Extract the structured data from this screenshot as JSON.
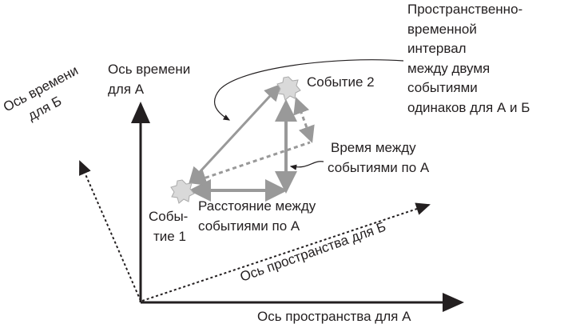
{
  "labels": {
    "interval": [
      "Пространственно-",
      "временной",
      "интервал",
      "между двумя",
      "событиями",
      "одинаков для А и Б"
    ],
    "time_axis_a": [
      "Ось времени",
      "для А"
    ],
    "time_axis_b": [
      "Ось времени",
      "для Б"
    ],
    "event2": "Событие 2",
    "event1": [
      "Собы-",
      "тие 1"
    ],
    "time_between": [
      "Время между",
      "событиями по А"
    ],
    "distance_between": [
      "Расстояние между",
      "событиями по А"
    ],
    "space_axis_b": "Ось пространства для Б",
    "space_axis_a": "Ось пространства для А"
  },
  "colors": {
    "gray": "#999999",
    "star": "#d9d9d9",
    "axis": "#231f20"
  }
}
